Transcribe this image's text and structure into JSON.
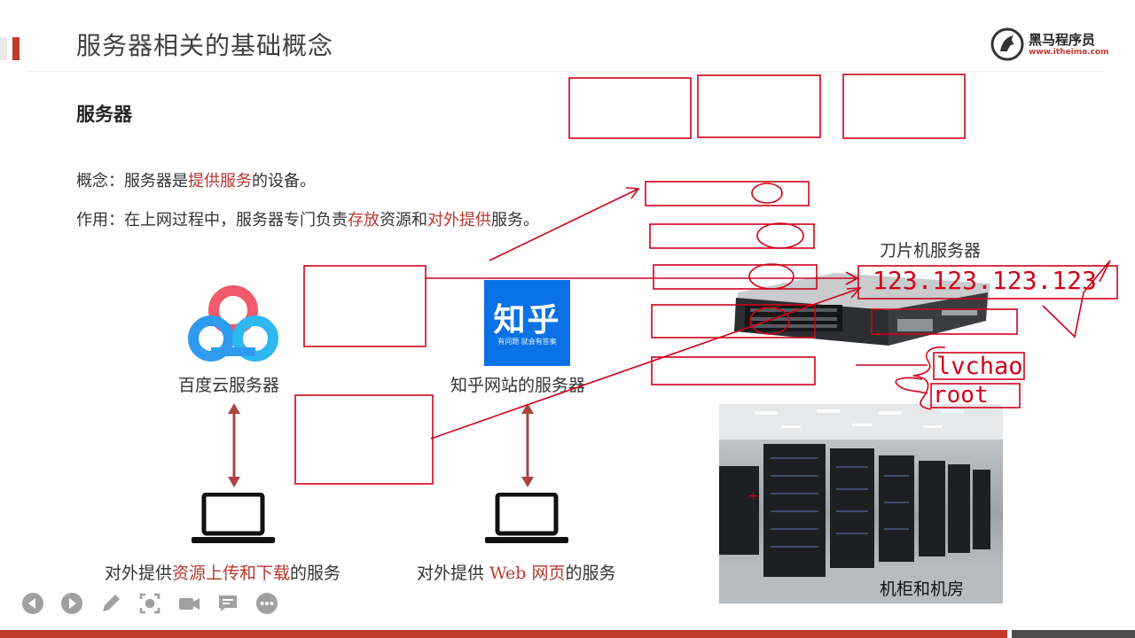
{
  "slide": {
    "title": "服务器相关的基础概念",
    "section": "服务器",
    "concept": {
      "prefix": "概念：服务器是",
      "highlight": "提供服务",
      "suffix": "的设备。"
    },
    "role": {
      "prefix": "作用：在上网过程中，服务器专门负责",
      "h1": "存放",
      "mid": "资源和",
      "h2": "对外提供",
      "suffix": "服务。"
    }
  },
  "logo": {
    "name": "黑马程序员",
    "url": "www.itheima.com"
  },
  "items": {
    "baidu_label": "百度云服务器",
    "zhihu_label": "知乎网站的服务器",
    "zhihu_logo_text": "知乎",
    "zhihu_logo_sub": "有问题 就会有答案",
    "left_service": {
      "prefix": "对外提供",
      "highlight": "资源上传和下载",
      "suffix": "的服务"
    },
    "right_service": {
      "prefix": "对外提供 ",
      "highlight": "Web 网页",
      "suffix": "的服务"
    },
    "blade_label": "刀片机服务器",
    "datacenter_label": "机柜和机房"
  },
  "annotations": {
    "ip": "123.123.123.123",
    "user1": "lvchao",
    "user2": "root"
  },
  "toolbar": [
    "prev-icon",
    "next-icon",
    "pen-icon",
    "screenshot-icon",
    "camera-icon",
    "comment-icon",
    "more-icon"
  ],
  "colors": {
    "accent": "#b8372f",
    "annotation": "#d0021b",
    "zhihu_blue": "#0a72e6",
    "baidu_blue": "#2f9bf0",
    "baidu_red": "#f05a6a"
  }
}
